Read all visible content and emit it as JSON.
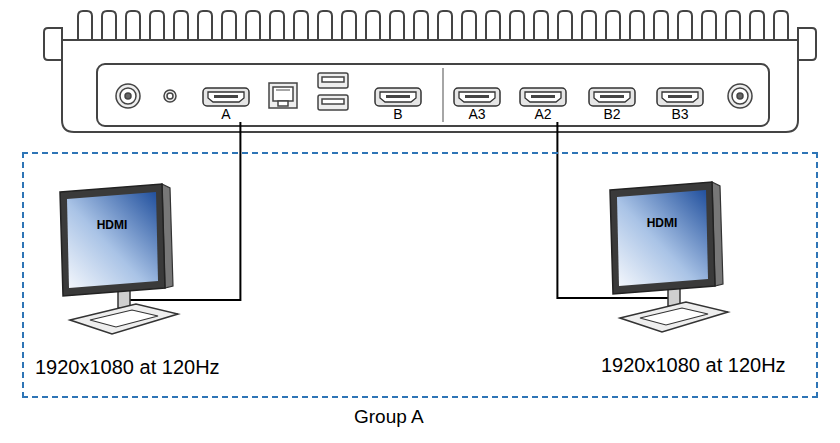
{
  "diagram": {
    "nodes": [
      {
        "text": [
          "A"
        ]
      },
      {
        "text": [
          "B"
        ]
      },
      {
        "text": [
          "A3"
        ]
      },
      {
        "text": [
          "A2"
        ]
      },
      {
        "text": [
          "B2"
        ]
      },
      {
        "text": [
          "B3"
        ]
      },
      {
        "text": [
          "Group A"
        ]
      },
      {
        "text": [
          "HDMI",
          "1920x1080 at 120Hz"
        ],
        "in": 6
      },
      {
        "text": [
          "HDMI",
          "1920x1080 at 120Hz"
        ],
        "in": 6
      }
    ],
    "edges": [
      {
        "from": 0,
        "to": 7,
        "arrow": "none"
      },
      {
        "from": 3,
        "to": 8,
        "arrow": "none"
      }
    ]
  }
}
